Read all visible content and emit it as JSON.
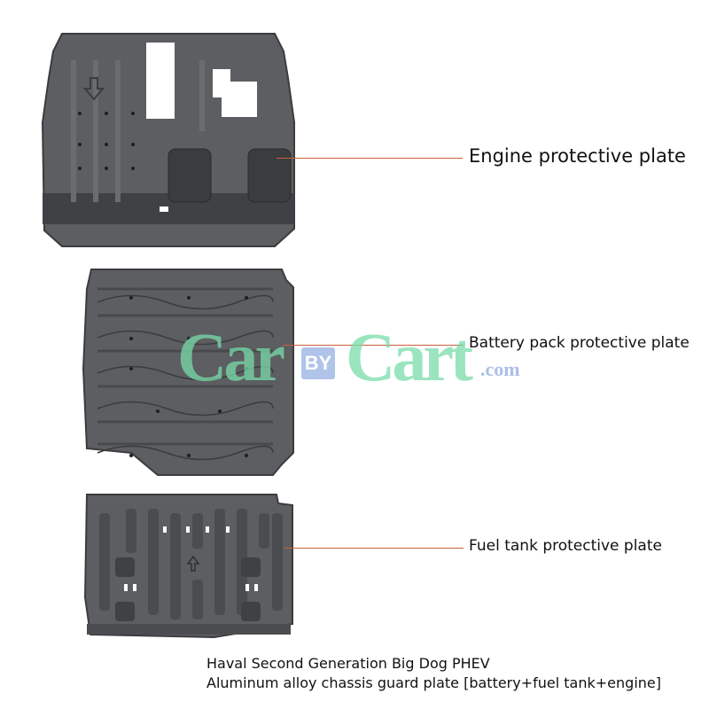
{
  "labels": {
    "engine": "Engine protective plate",
    "battery": "Battery pack protective plate",
    "fuel_tank": "Fuel tank protective plate"
  },
  "caption": {
    "line1": "Haval Second Generation Big Dog PHEV",
    "line2": "Aluminum alloy chassis guard plate [battery+fuel tank+engine]"
  },
  "watermark": {
    "part1": "Car",
    "by": "BY",
    "part2": "Cart",
    "suffix": ".com"
  },
  "colors": {
    "plate": "#5a5c5f",
    "plate_dark": "#3f4144",
    "leader_line": "#c8603a",
    "watermark_green": "#78dcaa",
    "watermark_blue": "#96afe1"
  }
}
